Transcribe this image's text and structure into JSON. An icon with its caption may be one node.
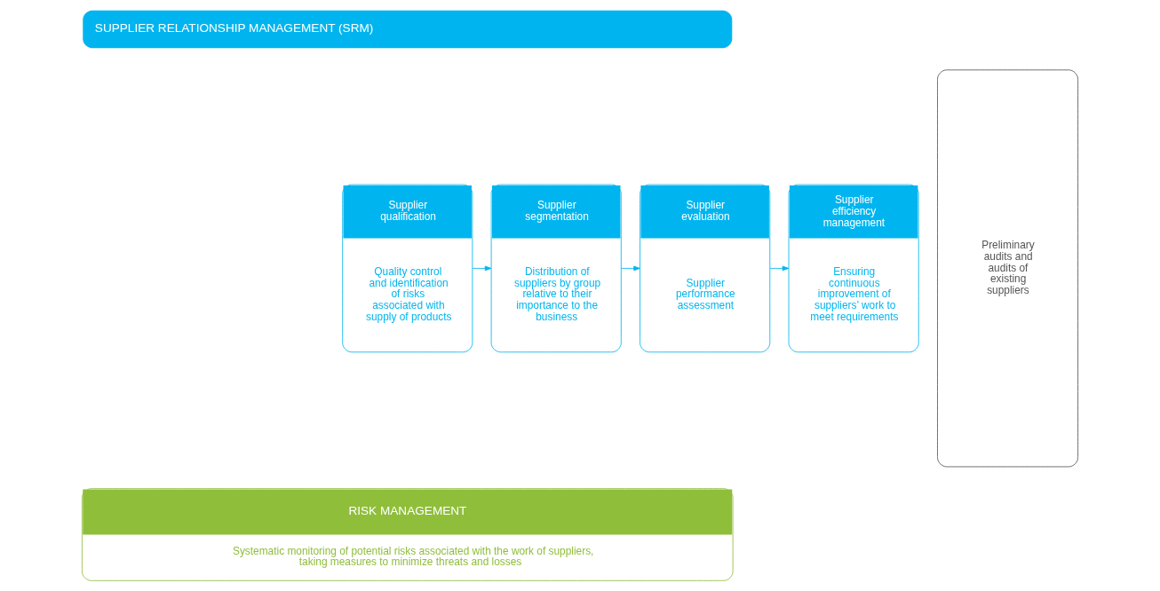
{
  "diagram": {
    "nodes": [
      {
        "text": [
          "SUPPLIER RELATIONSHIP MANAGEMENT (SRM)"
        ]
      },
      {
        "text": [
          "Supplier qualification",
          "Quality control and identification of risks associated with supply of products"
        ]
      },
      {
        "text": [
          "Supplier segmentation",
          "Distribution of suppliers by group relative to their importance to the business"
        ]
      },
      {
        "text": [
          "Supplier evaluation",
          "Supplier performance assessment"
        ]
      },
      {
        "text": [
          "Supplier efficiency management",
          "Ensuring continuous improvement of suppliers’ work to meet requirements"
        ]
      },
      {
        "text": [
          "RISK MANAGEMENT",
          "Systematic monitoring of potential risks associated with the work of suppliers, taking measures to minimize threats and losses"
        ]
      },
      {
        "text": [
          "Preliminary audits and audits of existing suppliers"
        ]
      }
    ],
    "edges": [
      {
        "from": 1,
        "to": 2,
        "arrow": "to"
      },
      {
        "from": 2,
        "to": 3,
        "arrow": "to"
      },
      {
        "from": 3,
        "to": 4,
        "arrow": "to"
      }
    ]
  }
}
